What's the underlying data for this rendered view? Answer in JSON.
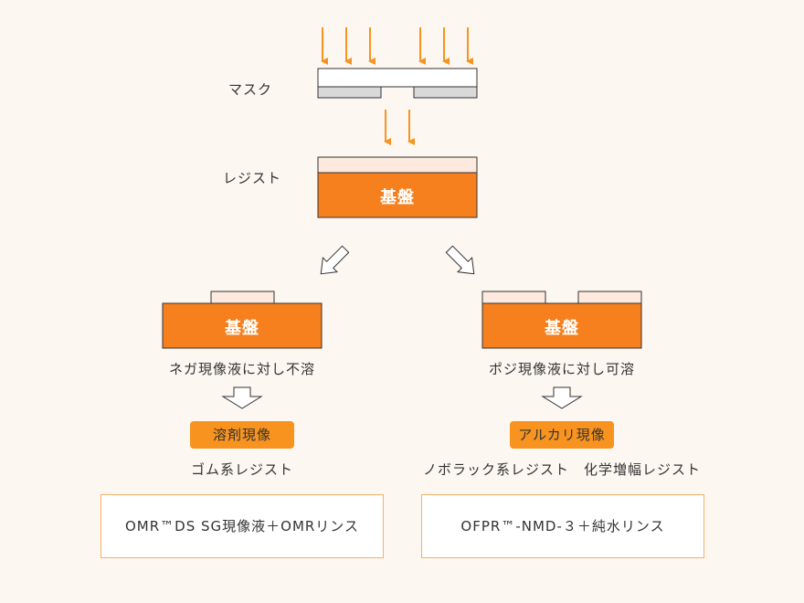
{
  "labels": {
    "mask": "マスク",
    "resist": "レジスト",
    "substrate": "基盤"
  },
  "negative": {
    "solubility": "ネガ現像液に対し不溶",
    "process": "溶剤現像",
    "resist_type": "ゴム系レジスト",
    "chemicals": "OMR™DS SG現像液＋OMRリンス"
  },
  "positive": {
    "solubility": "ポジ現像液に対し可溶",
    "process": "アルカリ現像",
    "resist_type": "ノボラック系レジスト　化学増幅レジスト",
    "chemicals": "OFPR™-NMD-３＋純水リンス"
  },
  "colors": {
    "orange": "#f7801e",
    "light_orange": "#f7931e",
    "resist_fill": "#fde9dd",
    "mask_gray": "#d9d9d9",
    "border": "#f4b063"
  }
}
